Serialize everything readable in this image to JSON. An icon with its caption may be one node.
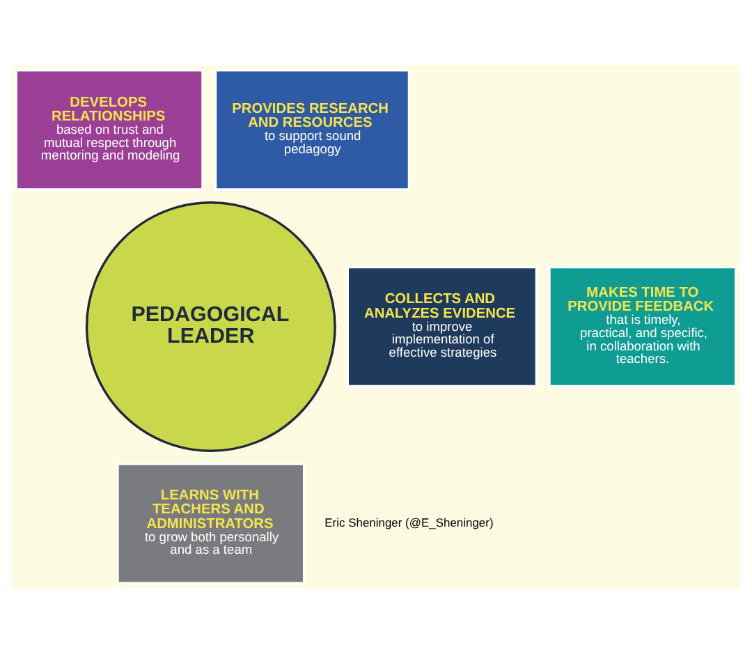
{
  "diagram": {
    "nodes": [
      {
        "text": [
          "DEVELOPS RELATIONSHIPS",
          "based on trust and mutual respect through mentoring and modeling"
        ]
      },
      {
        "text": [
          "PROVIDES RESEARCH AND RESOURCES",
          "to support sound pedagogy"
        ]
      },
      {
        "text": [
          "COLLECTS AND ANALYZES EVIDENCE",
          "to improve implementation of effective strategies"
        ]
      },
      {
        "text": [
          "PEDAGOGICAL LEADER"
        ]
      },
      {
        "text": [
          "MAKES TIME TO PROVIDE FEEDBACK",
          "that is timely, practical, and specific, in collaboration with teachers."
        ]
      },
      {
        "text": [
          "LEARNS WITH TEACHERS AND ADMINISTRATORS",
          "to grow both personally and as a team"
        ]
      }
    ],
    "edges": [],
    "labels": [
      "Eric Sheninger (@E_Sheninger)"
    ]
  }
}
